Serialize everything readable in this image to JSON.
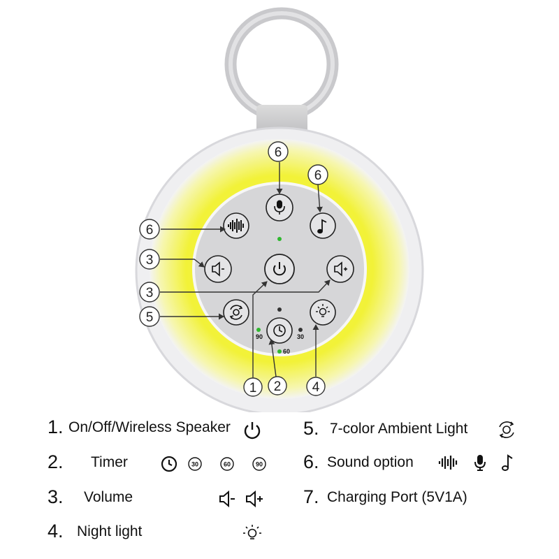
{
  "callouts": {
    "mic_top": "6",
    "music": "6",
    "sound_left": "6",
    "vol_down": "3",
    "vol_up": "3",
    "color_light": "5",
    "power": "1",
    "timer": "2",
    "night_light": "4"
  },
  "timer_marks": {
    "t30": "30",
    "t60": "60",
    "t90": "90"
  },
  "legend": {
    "items": [
      {
        "num": "1.",
        "label": "On/Off/Wireless Speaker",
        "icons": [
          "power-icon"
        ]
      },
      {
        "num": "2.",
        "label": "Timer",
        "icons": [
          "clock-icon",
          "30",
          "60",
          "90"
        ]
      },
      {
        "num": "3.",
        "label": "Volume",
        "icons": [
          "volume-down-icon",
          "volume-up-icon"
        ]
      },
      {
        "num": "4.",
        "label": "Night light",
        "icons": [
          "bulb-icon"
        ]
      },
      {
        "num": "5.",
        "label": "7-color Ambient Light",
        "icons": [
          "color-cycle-icon"
        ]
      },
      {
        "num": "6.",
        "label": "Sound option",
        "icons": [
          "soundwave-icon",
          "microphone-icon",
          "music-note-icon"
        ]
      },
      {
        "num": "7.",
        "label": "Charging Port (5V1A)",
        "icons": []
      }
    ]
  },
  "colors": {
    "glow_yellow": "#f2f238",
    "panel_gray": "#d6d6d8",
    "body_white": "#f4f4f6",
    "led_green": "#2fb82f"
  }
}
